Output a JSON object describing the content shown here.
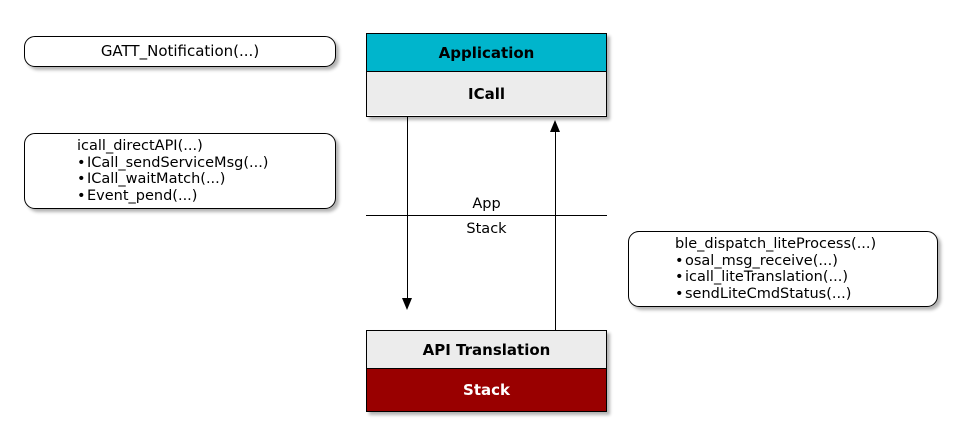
{
  "diagram": {
    "background_color": "#ffffff",
    "notes": [
      {
        "id": "gatt",
        "title": "GATT_Notification(...)",
        "items": []
      },
      {
        "id": "icall",
        "title": "icall_directAPI(...)",
        "items": [
          "ICall_sendServiceMsg(...)",
          "ICall_waitMatch(...)",
          "Event_pend(...)"
        ]
      },
      {
        "id": "dispatch",
        "title": "ble_dispatch_liteProcess(...)",
        "items": [
          "osal_msg_receive(...)",
          "icall_liteTranslation(...)",
          "sendLiteCmdStatus(...)"
        ]
      }
    ],
    "top_stack": {
      "layers": [
        {
          "label": "Application",
          "color": "#00B5CC",
          "text_color": "#000000"
        },
        {
          "label": "ICall",
          "color": "#ECECEC",
          "text_color": "#000000"
        }
      ]
    },
    "bottom_stack": {
      "layers": [
        {
          "label": "API Translation",
          "color": "#ECECEC",
          "text_color": "#000000"
        },
        {
          "label": "Stack",
          "color": "#990000",
          "text_color": "#FFFFFF"
        }
      ]
    },
    "boundary": {
      "upper_label": "App",
      "lower_label": "Stack"
    },
    "arrows": [
      {
        "id": "app-to-stack",
        "direction": "down"
      },
      {
        "id": "stack-to-app",
        "direction": "up"
      }
    ]
  }
}
